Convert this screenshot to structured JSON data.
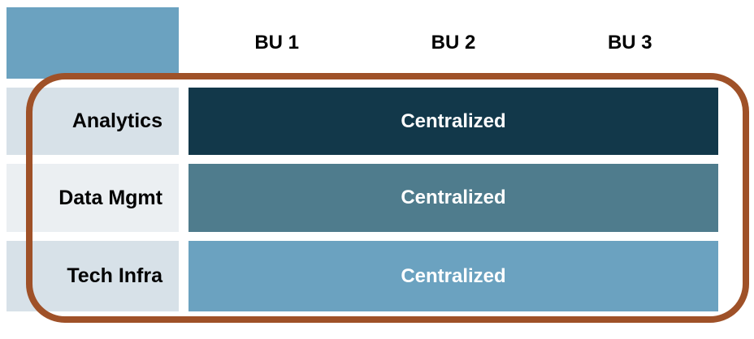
{
  "matrix": {
    "column_headers": [
      "BU 1",
      "BU 2",
      "BU 3"
    ],
    "rows": [
      {
        "label": "Analytics",
        "value": "Centralized",
        "bar_color": "#12384a",
        "label_bg": "#d7e1e8"
      },
      {
        "label": "Data Mgmt",
        "value": "Centralized",
        "bar_color": "#4f7c8d",
        "label_bg": "#ebeff2"
      },
      {
        "label": "Tech Infra",
        "value": "Centralized",
        "bar_color": "#6ba2c0",
        "label_bg": "#d7e1e8"
      }
    ]
  },
  "colors": {
    "corner_cell": "#6ba2c0",
    "highlight_border": "#9f5128",
    "column_header_text": "#000000",
    "row_header_text": "#000000",
    "bar_text": "#ffffff",
    "background": "#ffffff"
  }
}
